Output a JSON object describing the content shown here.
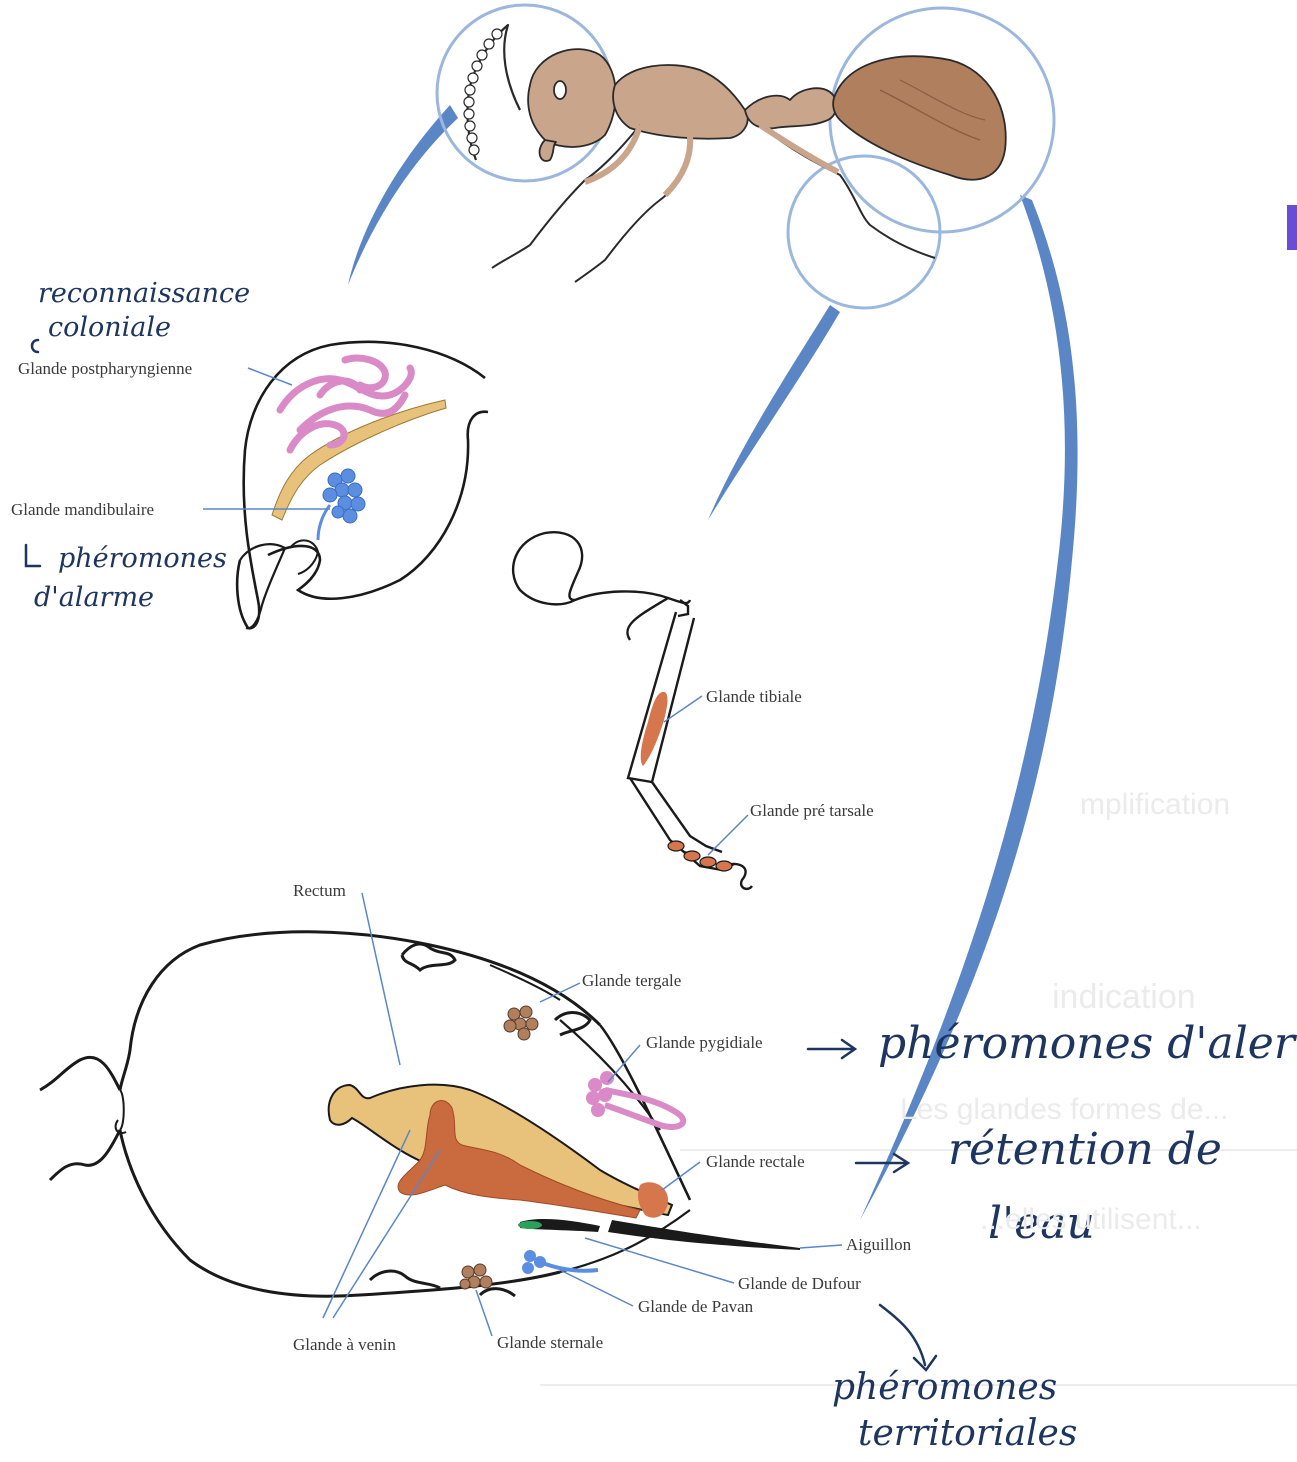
{
  "labels": {
    "glande_postpharyngienne": "Glande postpharyngienne",
    "glande_mandibulaire": "Glande mandibulaire",
    "glande_tibiale": "Glande tibiale",
    "glande_pre_tarsale": "Glande pré tarsale",
    "rectum": "Rectum",
    "glande_tergale": "Glande tergale",
    "glande_pygidiale": "Glande pygidiale",
    "glande_rectale": "Glande rectale",
    "aiguillon": "Aiguillon",
    "glande_de_dufour": "Glande de Dufour",
    "glande_de_pavan": "Glande de Pavan",
    "glande_a_venin": "Glande à venin",
    "glande_sternale": "Glande sternale"
  },
  "annotations": {
    "reconnaissance_line1": "reconnaissance",
    "reconnaissance_line2": "coloniale",
    "alarme_line1": "phéromones",
    "alarme_line2": "d'alarme",
    "alerte": "phéromones d'alerte",
    "retention_line1": "rétention de",
    "retention_line2": "l'eau",
    "territoriales_line1": "phéromones",
    "territoriales_line2": "territoriales"
  },
  "background_text": {
    "line1": "mplification",
    "line2": "indication",
    "line3": "Les glandes formes de...",
    "line4": "...elles utilisent..."
  },
  "colors": {
    "outline": "#1a1a1a",
    "callout_blue": "#5b86c6",
    "circle_blue": "#9cb7dd",
    "annotation_ink": "#1e3560",
    "ant_body": "#c9a58c",
    "ant_gaster": "#b07f5e",
    "postpharyngeal": "#d98ac7",
    "mandibular": "#5b8ee0",
    "yellow_gland": "#e8c27a",
    "venom_red": "#c96a3f",
    "tibial": "#d5764d",
    "accent_bar": "#6b4cd6"
  }
}
